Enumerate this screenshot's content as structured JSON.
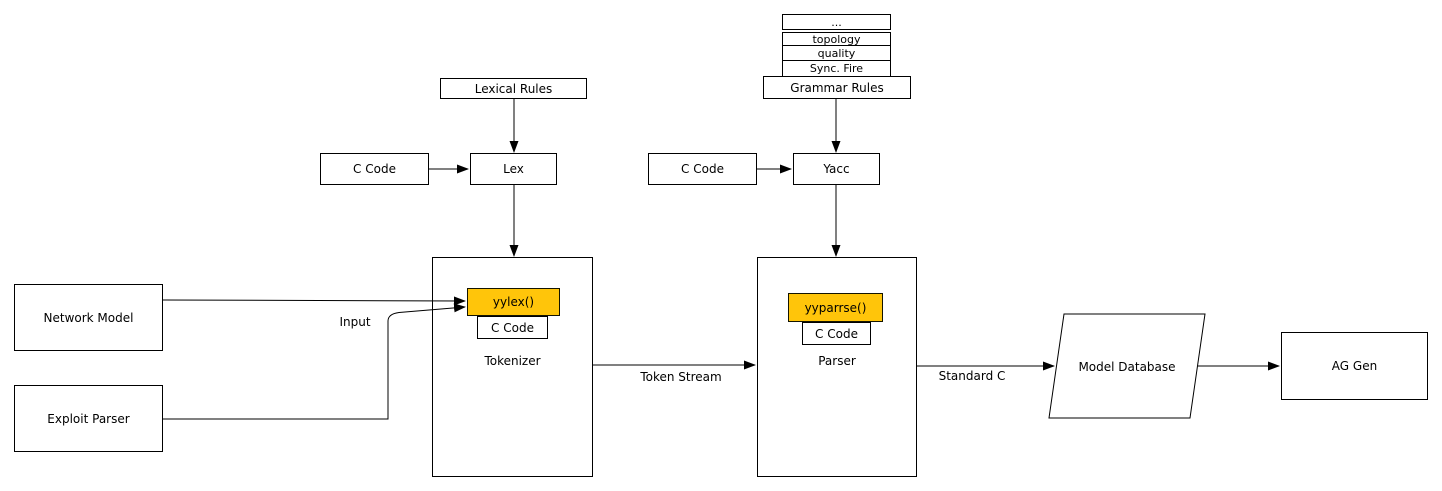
{
  "colors": {
    "background": "#FFFFFF",
    "stroke": "#000000",
    "accent_yellow": "#FFC50A"
  },
  "nodes": {
    "stack_top": "...",
    "topology": "topology",
    "quality": "quality",
    "sync_fire": "Sync. Fire",
    "grammar_rules": "Grammar Rules",
    "lexical_rules": "Lexical Rules",
    "c_code_lex_input": "C Code",
    "lex": "Lex",
    "c_code_yacc_input": "C Code",
    "yacc": "Yacc",
    "network_model": "Network Model",
    "exploit_parser": "Exploit Parser",
    "tokenizer": "Tokenizer",
    "yylex_fn": "yylex()",
    "tokenizer_c_code": "C Code",
    "parser": "Parser",
    "yyparse_fn": "yyparrse()",
    "parser_c_code": "C Code",
    "model_database": "Model Database",
    "ag_gen": "AG Gen"
  },
  "edge_labels": {
    "input": "Input",
    "token_stream": "Token Stream",
    "standard_c": "Standard C"
  }
}
